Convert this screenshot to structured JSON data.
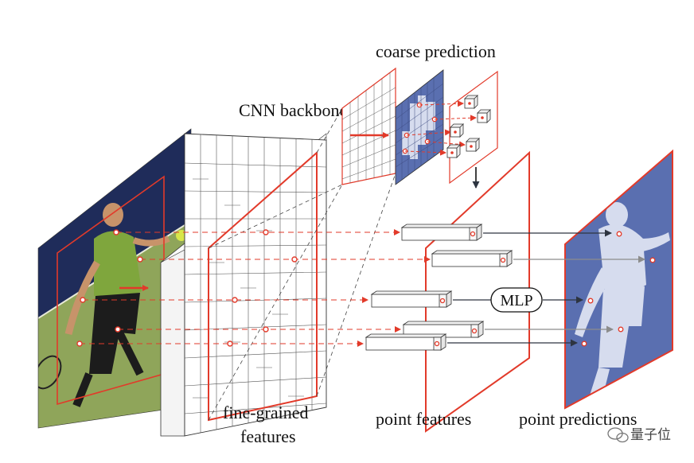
{
  "labels": {
    "cnn_backbone": "CNN backbone",
    "coarse_prediction": "coarse prediction",
    "fine_grained_line1": "fine-grained",
    "fine_grained_line2": "features",
    "point_features": "point features",
    "point_predictions": "point predictions",
    "mlp": "MLP"
  },
  "watermark": {
    "text": "量子位",
    "icon": "wechat-icon"
  },
  "colors": {
    "accent_red": "#e23a2a",
    "mask_blue": "#5a6fb0",
    "mask_light": "#d6dcee",
    "arrow_dark": "#2d3440",
    "arrow_gray": "#8c8c8c",
    "court_navy": "#1f2c5a",
    "court_green": "#8fa55a"
  },
  "elements": {
    "input_image": "tennis-player-photo",
    "backbone_block": "cnn-feature-map",
    "coarse_grid": "coarse-feature-map",
    "coarse_mask": "coarse-mask-prediction",
    "point_feature_plane": "point-features-plane",
    "prediction_plane": "point-predictions-mask"
  }
}
